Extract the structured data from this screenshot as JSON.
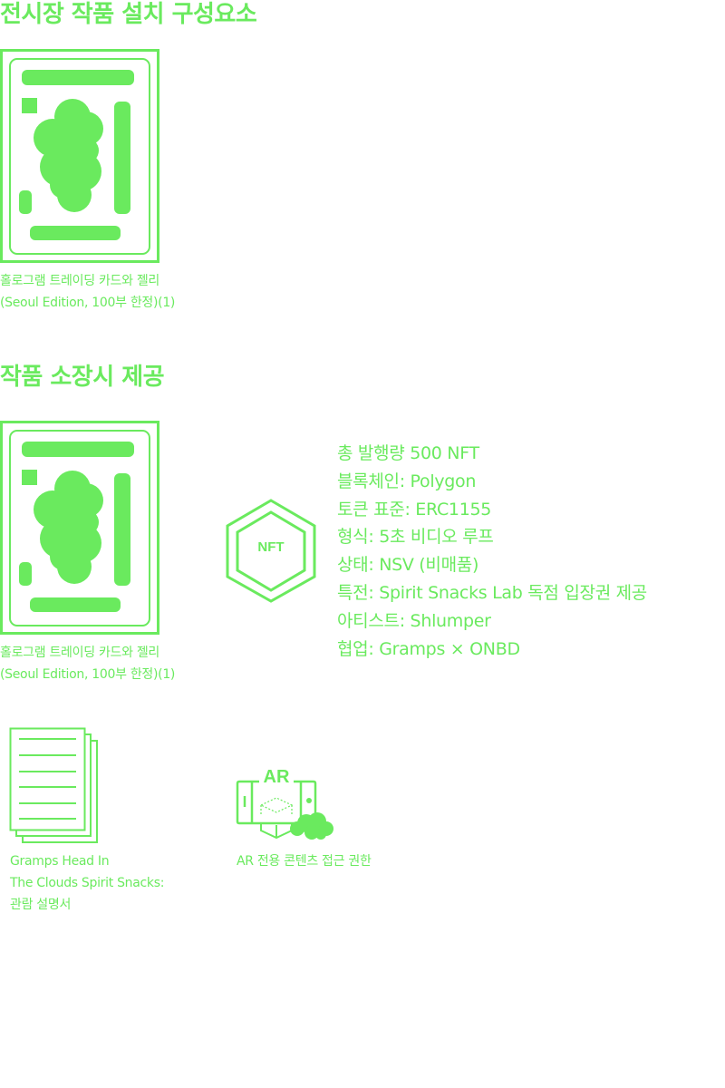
{
  "colors": {
    "accent": "#6aea5e",
    "background": "#ffffff"
  },
  "section_installation": {
    "title": "전시장 작품 설치 구성요소",
    "items": [
      {
        "icon": "hologram-trading-card-icon",
        "caption_line1": "홀로그램 트레이딩 카드와 젤리",
        "caption_line2": "(Seoul Edition, 100부 한정)(1)"
      }
    ]
  },
  "section_ownership": {
    "title": "작품 소장시 제공",
    "card": {
      "icon": "hologram-trading-card-icon",
      "caption_line1": "홀로그램 트레이딩 카드와 젤리",
      "caption_line2": "(Seoul Edition, 100부 한정)(1)"
    },
    "nft_badge": {
      "icon": "nft-hexagon-icon",
      "label": "NFT"
    },
    "specs": [
      "총 발행량 500 NFT",
      "블록체인: Polygon",
      "토큰 표준: ERC1155",
      "형식: 5초 비디오 루프",
      "상태: NSV (비매품)",
      "특전: Spirit Snacks Lab 독점 입장권 제공",
      "아티스트: Shlumper",
      "협업: Gramps × ONBD"
    ],
    "document": {
      "icon": "stacked-documents-icon",
      "caption_line1": "Gramps Head In",
      "caption_line2": "The Clouds Spirit Snacks:",
      "caption_line3": "관람 설명서"
    },
    "ar": {
      "icon": "ar-phone-icon",
      "icon_label": "AR",
      "caption": "AR 전용 콘텐츠 접근 권한"
    }
  }
}
